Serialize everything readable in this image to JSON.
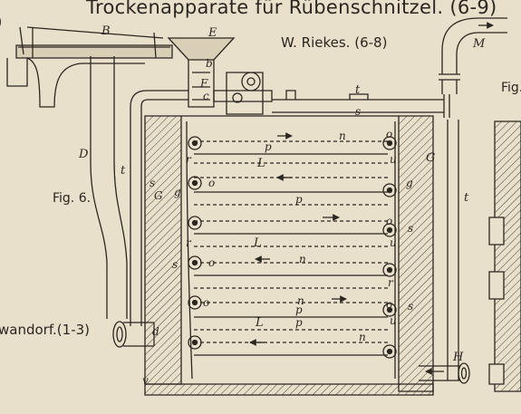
{
  "header": {
    "title": "Trockenapparate für Rübenschnitzel.",
    "title_ref": "(6-9)",
    "maker": "W. Riekes.",
    "maker_ref": "(6-8)"
  },
  "figures": {
    "left": "Fig. 6.",
    "right_partial": "Fig."
  },
  "edge_reference": {
    "text": "wandorf.",
    "ref": "(1-3)"
  },
  "labels": {
    "B": "B",
    "E": "E",
    "b": "b",
    "F": "F",
    "c": "c",
    "t_top": "t",
    "s_top": "s",
    "M": "M",
    "D": "D",
    "t_left": "t",
    "s_left": "s",
    "G_left": "G",
    "g_left": "g",
    "r1": "r",
    "r2": "r",
    "s_mid": "s",
    "d": "d",
    "v": "v",
    "G_right": "G",
    "g_right": "g",
    "s_right1": "s",
    "s_right2": "s",
    "t_right": "t",
    "H": "H",
    "L1": "L",
    "L2": "L",
    "L3": "L",
    "p1": "p",
    "p2": "p",
    "p3": "p",
    "p4": "p",
    "n1": "n",
    "n2": "n",
    "n3": "n",
    "n4": "n",
    "o1": "o",
    "o2": "o",
    "o3": "o",
    "o4": "o",
    "o5": "o",
    "o6": "o",
    "u1": "u",
    "u2": "u",
    "u3": "u",
    "r_right": "r"
  },
  "colors": {
    "paper": "#e9e0cb",
    "ink": "#2b2620",
    "wall_fill": "#d9cfb6"
  }
}
